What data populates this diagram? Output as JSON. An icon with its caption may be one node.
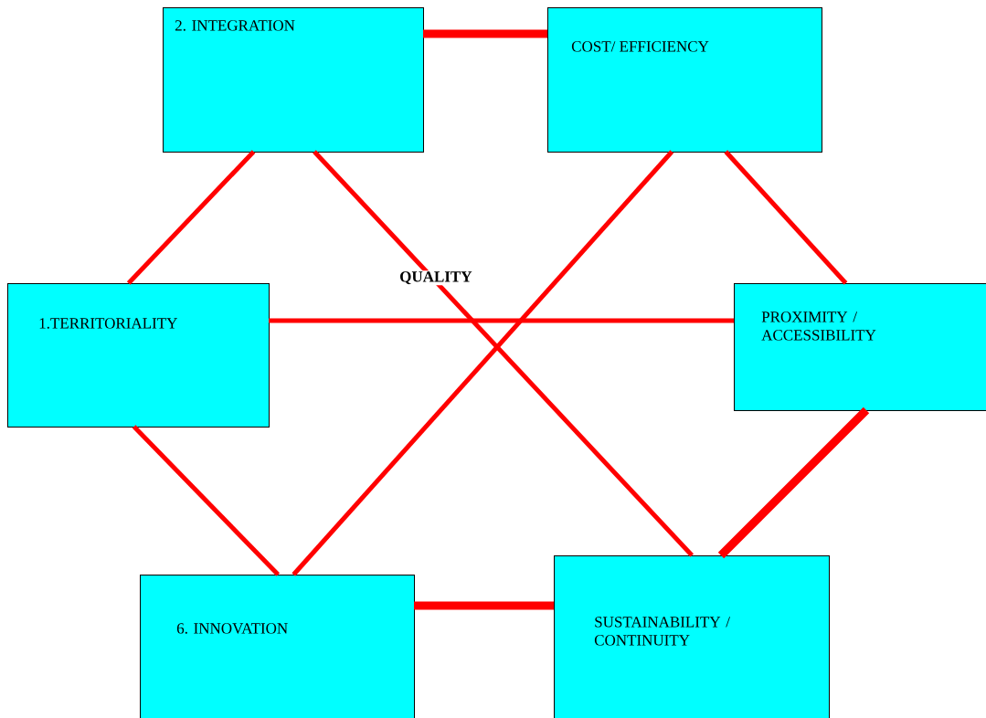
{
  "diagram": {
    "nodes": [
      {
        "text": [
          "2. INTEGRATION"
        ]
      },
      {
        "text": [
          "COST/ EFFICIENCY"
        ]
      },
      {
        "text": [
          "1.TERRITORIALITY"
        ]
      },
      {
        "text": [
          "PROXIMITY / ACCESSIBILITY"
        ]
      },
      {
        "text": [
          "6. INNOVATION"
        ]
      },
      {
        "text": [
          "SUSTAINABILITY / CONTINUITY"
        ]
      }
    ],
    "edges": [
      {
        "from": 0,
        "to": 1,
        "arrow": "none",
        "style": "thick"
      },
      {
        "from": 0,
        "to": 2,
        "arrow": "none"
      },
      {
        "from": 0,
        "to": 5,
        "arrow": "none"
      },
      {
        "from": 1,
        "to": 4,
        "arrow": "none"
      },
      {
        "from": 1,
        "to": 3,
        "arrow": "none"
      },
      {
        "from": 2,
        "to": 3,
        "arrow": "none"
      },
      {
        "from": 2,
        "to": 4,
        "arrow": "none"
      },
      {
        "from": 3,
        "to": 5,
        "arrow": "none",
        "style": "thick"
      },
      {
        "from": 4,
        "to": 5,
        "arrow": "none",
        "style": "thick"
      }
    ],
    "labels": [
      "QUALITY"
    ]
  }
}
